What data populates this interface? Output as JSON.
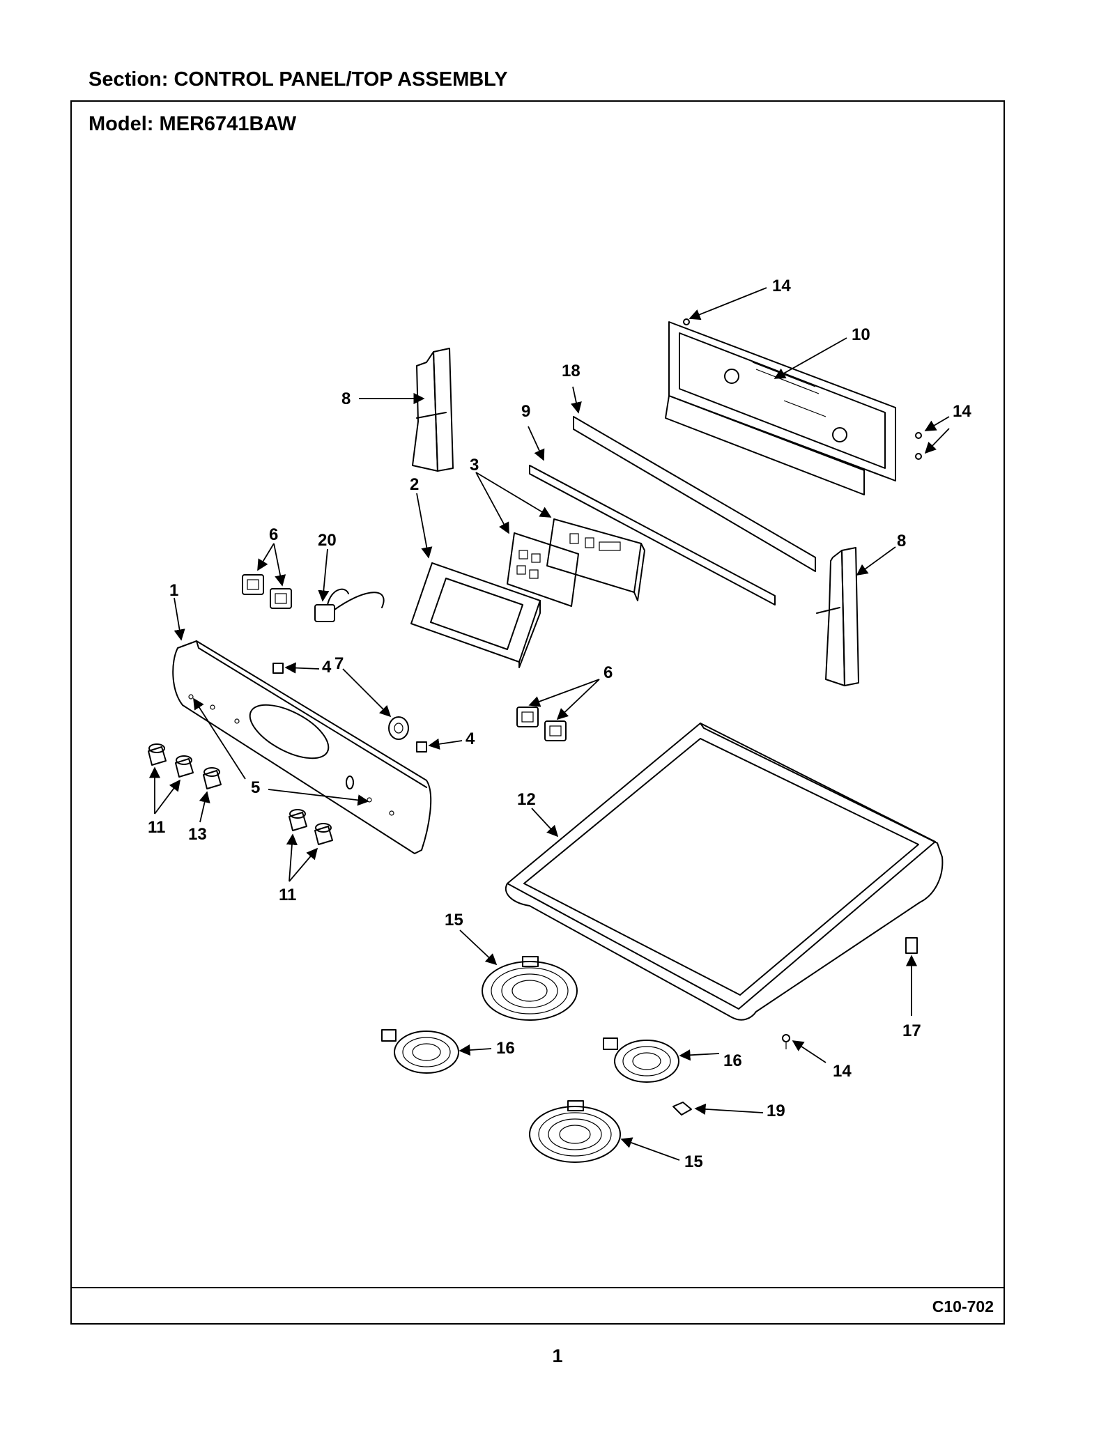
{
  "header": {
    "section_label": "Section:  CONTROL PANEL/TOP ASSEMBLY",
    "model_label": "Model:  MER6741BAW"
  },
  "footer": {
    "diagram_code": "C10-702",
    "page_number": "1"
  },
  "callouts": {
    "c1": "1",
    "c2": "2",
    "c3": "3",
    "c4a": "4",
    "c4b": "4",
    "c5": "5",
    "c6a": "6",
    "c6b": "6",
    "c7": "7",
    "c8a": "8",
    "c8b": "8",
    "c9": "9",
    "c10": "10",
    "c11a": "11",
    "c11b": "11",
    "c12": "12",
    "c13": "13",
    "c14a": "14",
    "c14b": "14",
    "c14c": "14",
    "c15a": "15",
    "c15b": "15",
    "c16a": "16",
    "c16b": "16",
    "c17": "17",
    "c18": "18",
    "c19": "19",
    "c20": "20"
  }
}
